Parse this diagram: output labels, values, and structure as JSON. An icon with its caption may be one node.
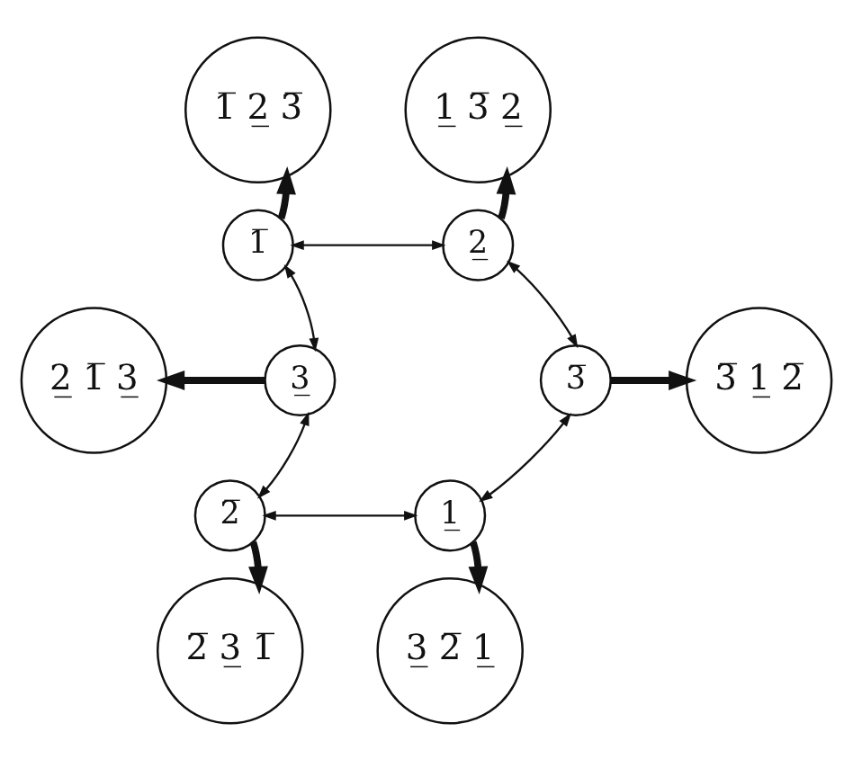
{
  "diagram": {
    "nodes": [
      {
        "text": [
          "1̅ 2̲ 3̅"
        ]
      },
      {
        "text": [
          "1̲ 3̅ 2̲"
        ]
      },
      {
        "text": [
          "1̅"
        ]
      },
      {
        "text": [
          "2̲"
        ]
      },
      {
        "text": [
          "2̲ 1̅ 3̲"
        ]
      },
      {
        "text": [
          "3̲"
        ]
      },
      {
        "text": [
          "3̅"
        ]
      },
      {
        "text": [
          "3̅ 1̲ 2̅"
        ]
      },
      {
        "text": [
          "2̅"
        ]
      },
      {
        "text": [
          "1̲"
        ]
      },
      {
        "text": [
          "2̅ 3̲ 1̅"
        ]
      },
      {
        "text": [
          "3̲ 2̅ 1̲"
        ]
      }
    ],
    "edges": [
      {
        "from": 2,
        "to": 3,
        "arrow": "both"
      },
      {
        "from": 3,
        "to": 6,
        "arrow": "both"
      },
      {
        "from": 6,
        "to": 9,
        "arrow": "both"
      },
      {
        "from": 9,
        "to": 8,
        "arrow": "both"
      },
      {
        "from": 8,
        "to": 5,
        "arrow": "both"
      },
      {
        "from": 5,
        "to": 2,
        "arrow": "both"
      },
      {
        "from": 2,
        "to": 0,
        "arrow": "to",
        "style": "thick"
      },
      {
        "from": 3,
        "to": 1,
        "arrow": "to",
        "style": "thick"
      },
      {
        "from": 5,
        "to": 4,
        "arrow": "to",
        "style": "thick"
      },
      {
        "from": 6,
        "to": 7,
        "arrow": "to",
        "style": "thick"
      },
      {
        "from": 8,
        "to": 10,
        "arrow": "to",
        "style": "thick"
      },
      {
        "from": 9,
        "to": 11,
        "arrow": "to",
        "style": "thick"
      }
    ]
  }
}
